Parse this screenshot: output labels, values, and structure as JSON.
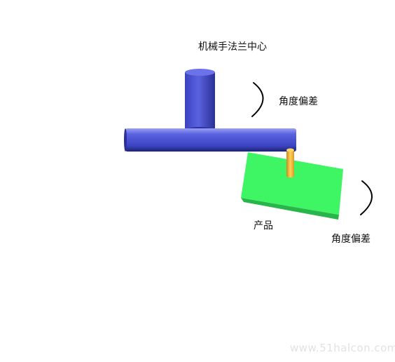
{
  "labels": {
    "flange_center": "机械手法兰中心",
    "angle_offset_top": "角度偏差",
    "product": "产品",
    "angle_offset_bottom": "角度偏差"
  },
  "watermark": "www.51halcon.com",
  "colors": {
    "arm": "#4a52d6",
    "product": "#3ef564",
    "pin": "#f2b53a",
    "curve": "#000000"
  },
  "icons": [
    "robot-arm-icon",
    "flange-cylinder-icon",
    "product-plate-icon",
    "pin-icon",
    "angle-arc-icon"
  ]
}
